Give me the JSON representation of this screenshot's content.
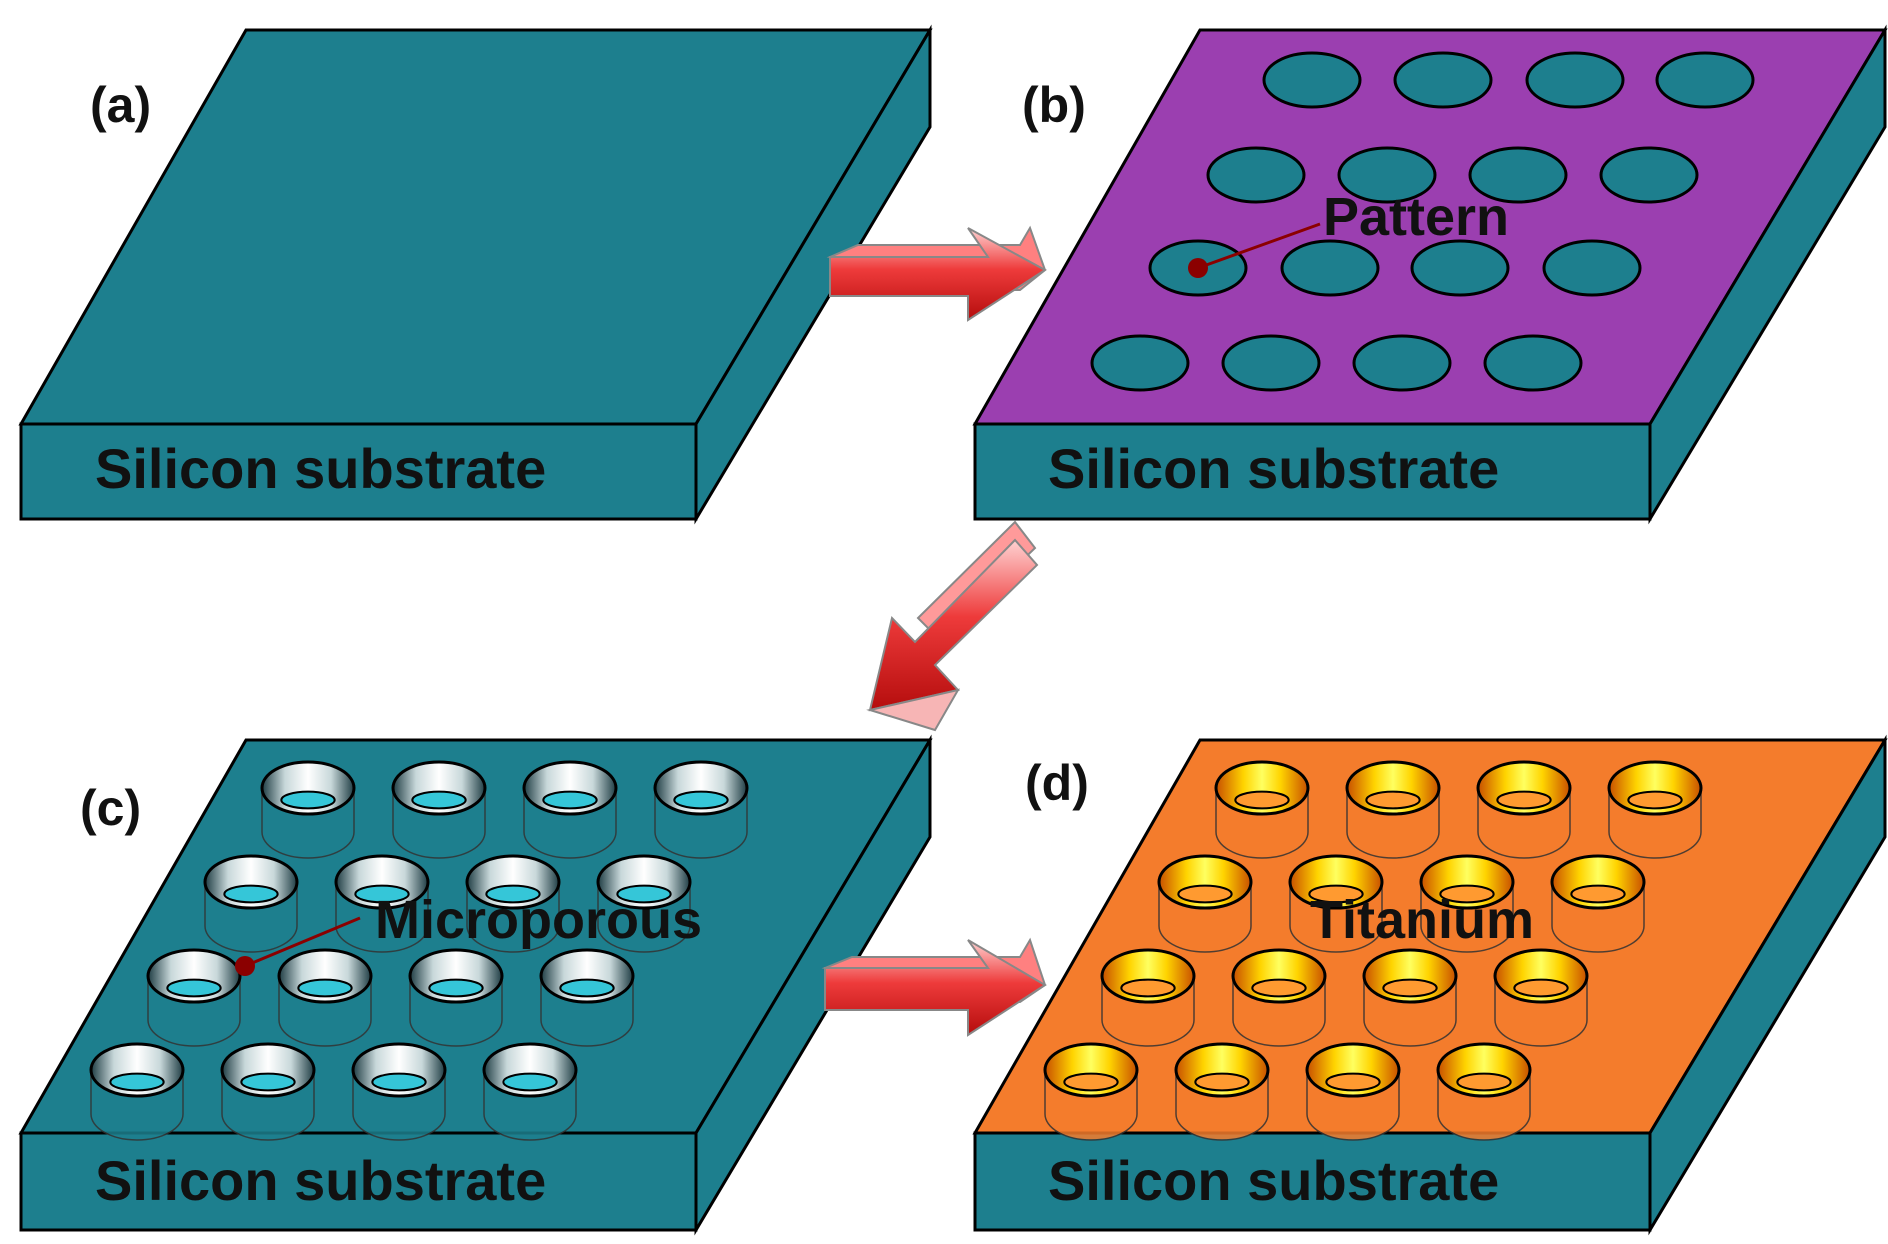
{
  "panels": {
    "a": {
      "label": "(a)",
      "substrate_label": "Silicon substrate"
    },
    "b": {
      "label": "(b)",
      "substrate_label": "Silicon substrate",
      "callout": "Pattern"
    },
    "c": {
      "label": "(c)",
      "substrate_label": "Silicon substrate",
      "callout": "Microporous"
    },
    "d": {
      "label": "(d)",
      "substrate_label": "Silicon substrate",
      "callout": "Titanium"
    }
  },
  "colors": {
    "teal": "#1d7f8e",
    "purple": "#9b3fb0",
    "orange": "#f47c2c",
    "arrow": "#e0262c",
    "callout_line": "#8b0000"
  }
}
